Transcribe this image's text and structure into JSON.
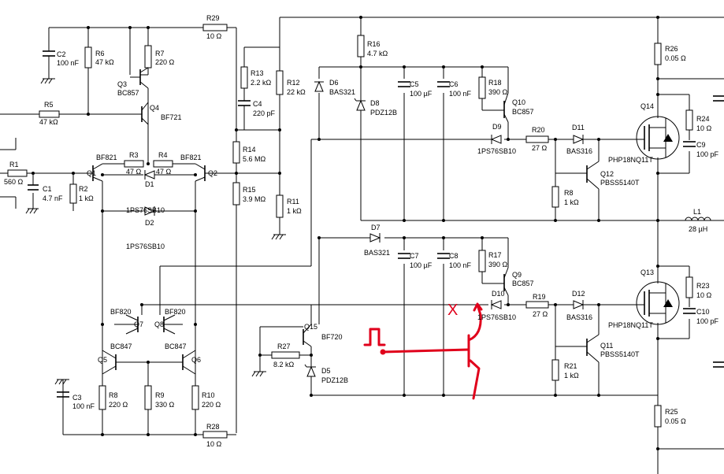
{
  "components": {
    "R29": {
      "ref": "R29",
      "val": "10 Ω"
    },
    "R28": {
      "ref": "R28",
      "val": "10 Ω"
    },
    "C2": {
      "ref": "C2",
      "val": "100 nF"
    },
    "R6": {
      "ref": "R6",
      "val": "47 kΩ"
    },
    "R7": {
      "ref": "R7",
      "val": "220 Ω"
    },
    "Q3": {
      "ref": "Q3",
      "val": "BC857"
    },
    "Q4": {
      "ref": "Q4",
      "val": "BF721"
    },
    "R5": {
      "ref": "R5",
      "val": "47 kΩ"
    },
    "R1": {
      "ref": "R1",
      "val": "560 Ω"
    },
    "C1": {
      "ref": "C1",
      "val": "4.7 nF"
    },
    "R2": {
      "ref": "R2",
      "val": "1 kΩ"
    },
    "Q1": {
      "ref": "Q1",
      "val": "BF821"
    },
    "Q2": {
      "ref": "Q2",
      "val": "BF821"
    },
    "R3": {
      "ref": "R3",
      "val": "47 Ω"
    },
    "R4": {
      "ref": "R4",
      "val": "47 Ω"
    },
    "D1": {
      "ref": "D1",
      "val": "1PS76SB10"
    },
    "D2": {
      "ref": "D2",
      "val": "1PS76SB10"
    },
    "Q7": {
      "ref": "Q7",
      "val": "BF820"
    },
    "Q8": {
      "ref": "Q8",
      "val": "BF820"
    },
    "Q5": {
      "ref": "Q5",
      "val": "BC847"
    },
    "Q6": {
      "ref": "Q6",
      "val": "BC847"
    },
    "C3": {
      "ref": "C3",
      "val": "100 nF"
    },
    "R8a": {
      "ref": "R8",
      "val": "220 Ω"
    },
    "R9": {
      "ref": "R9",
      "val": "330 Ω"
    },
    "R10": {
      "ref": "R10",
      "val": "220 Ω"
    },
    "R13": {
      "ref": "R13",
      "val": "2.2 kΩ"
    },
    "C4": {
      "ref": "C4",
      "val": "220 pF"
    },
    "R12": {
      "ref": "R12",
      "val": "22 kΩ"
    },
    "R14": {
      "ref": "R14",
      "val": "5.6 MΩ"
    },
    "R15": {
      "ref": "R15",
      "val": "3.9 MΩ"
    },
    "R11": {
      "ref": "R11",
      "val": "1 kΩ"
    },
    "R16": {
      "ref": "R16",
      "val": "4.7 kΩ"
    },
    "D6": {
      "ref": "D6",
      "val": "BAS321"
    },
    "D8": {
      "ref": "D8",
      "val": "PDZ12B"
    },
    "C5": {
      "ref": "C5",
      "val": "100 µF"
    },
    "C6": {
      "ref": "C6",
      "val": "100 nF"
    },
    "R18": {
      "ref": "R18",
      "val": "390 Ω"
    },
    "Q10": {
      "ref": "Q10",
      "val": "BC857"
    },
    "D9": {
      "ref": "D9",
      "val": "1PS76SB10"
    },
    "R20": {
      "ref": "R20",
      "val": "27 Ω"
    },
    "D11": {
      "ref": "D11",
      "val": "BAS316"
    },
    "Q12": {
      "ref": "Q12",
      "val": "PBSS5140T"
    },
    "R8b": {
      "ref": "R8",
      "val": "1 kΩ"
    },
    "Q14": {
      "ref": "Q14",
      "val": "PHP18NQ11T"
    },
    "R24": {
      "ref": "R24",
      "val": "10 Ω"
    },
    "C9": {
      "ref": "C9",
      "val": "100 pF"
    },
    "R26": {
      "ref": "R26",
      "val": "0.05 Ω"
    },
    "L1": {
      "ref": "L1",
      "val": "28 µH"
    },
    "D7": {
      "ref": "D7",
      "val": "BAS321"
    },
    "C7": {
      "ref": "C7",
      "val": "100 µF"
    },
    "C8": {
      "ref": "C8",
      "val": "100 nF"
    },
    "R17": {
      "ref": "R17",
      "val": "390 Ω"
    },
    "Q9": {
      "ref": "Q9",
      "val": "BC857"
    },
    "D10": {
      "ref": "D10",
      "val": "1PS76SB10"
    },
    "R19": {
      "ref": "R19",
      "val": "27 Ω"
    },
    "D12": {
      "ref": "D12",
      "val": "BAS316"
    },
    "Q11": {
      "ref": "Q11",
      "val": "PBSS5140T"
    },
    "R21": {
      "ref": "R21",
      "val": "1 kΩ"
    },
    "Q13": {
      "ref": "Q13",
      "val": "PHP18NQ11T"
    },
    "R23": {
      "ref": "R23",
      "val": "10 Ω"
    },
    "C10": {
      "ref": "C10",
      "val": "100 pF"
    },
    "R25": {
      "ref": "R25",
      "val": "0.05 Ω"
    },
    "Q15": {
      "ref": "Q15",
      "val": "BF720"
    },
    "R27": {
      "ref": "R27",
      "val": "8.2 kΩ"
    },
    "D5": {
      "ref": "D5",
      "val": "PDZ12B"
    }
  },
  "annotation": {
    "color": "#e0001b",
    "mark": "X"
  }
}
